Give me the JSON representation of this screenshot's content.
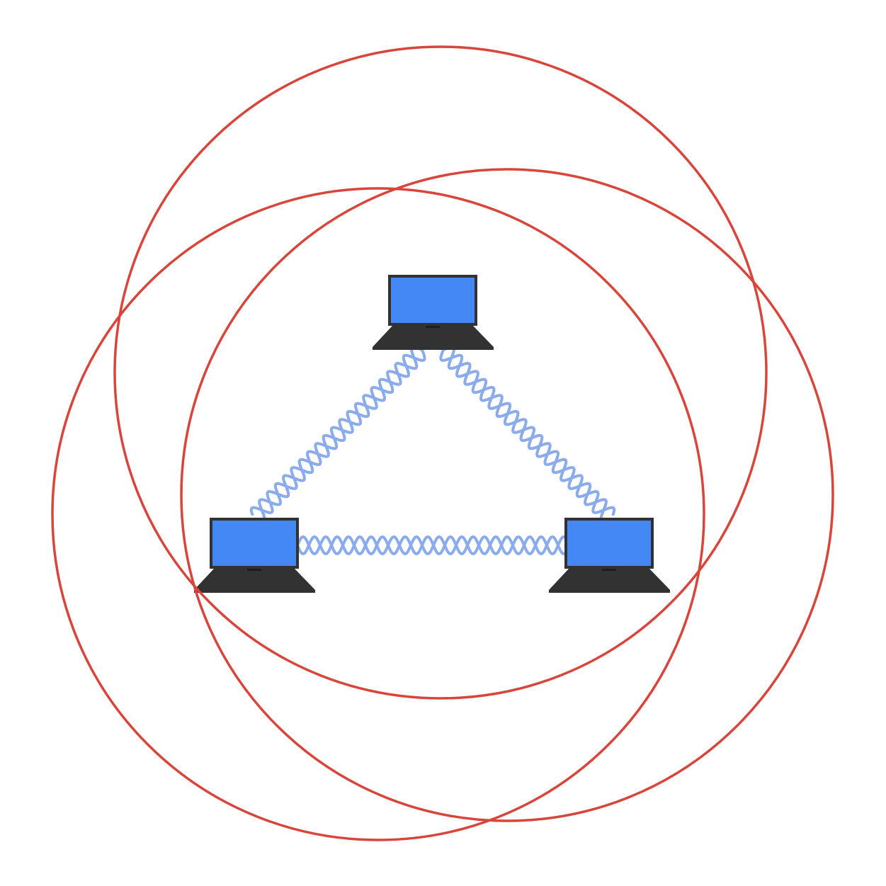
{
  "diagram": {
    "description_free": true,
    "colors": {
      "range": "#d8453b",
      "link": "#8aabec",
      "screen": "#4488f6",
      "body": "#323232",
      "background": "#ffffff"
    },
    "nodes": [
      {
        "id": "top",
        "icon": "laptop-icon"
      },
      {
        "id": "left",
        "icon": "laptop-icon"
      },
      {
        "id": "right",
        "icon": "laptop-icon"
      }
    ],
    "ranges": [
      {
        "node": "top"
      },
      {
        "node": "left"
      },
      {
        "node": "right"
      }
    ],
    "links": [
      {
        "from": "top",
        "to": "left"
      },
      {
        "from": "top",
        "to": "right"
      },
      {
        "from": "left",
        "to": "right"
      }
    ]
  }
}
